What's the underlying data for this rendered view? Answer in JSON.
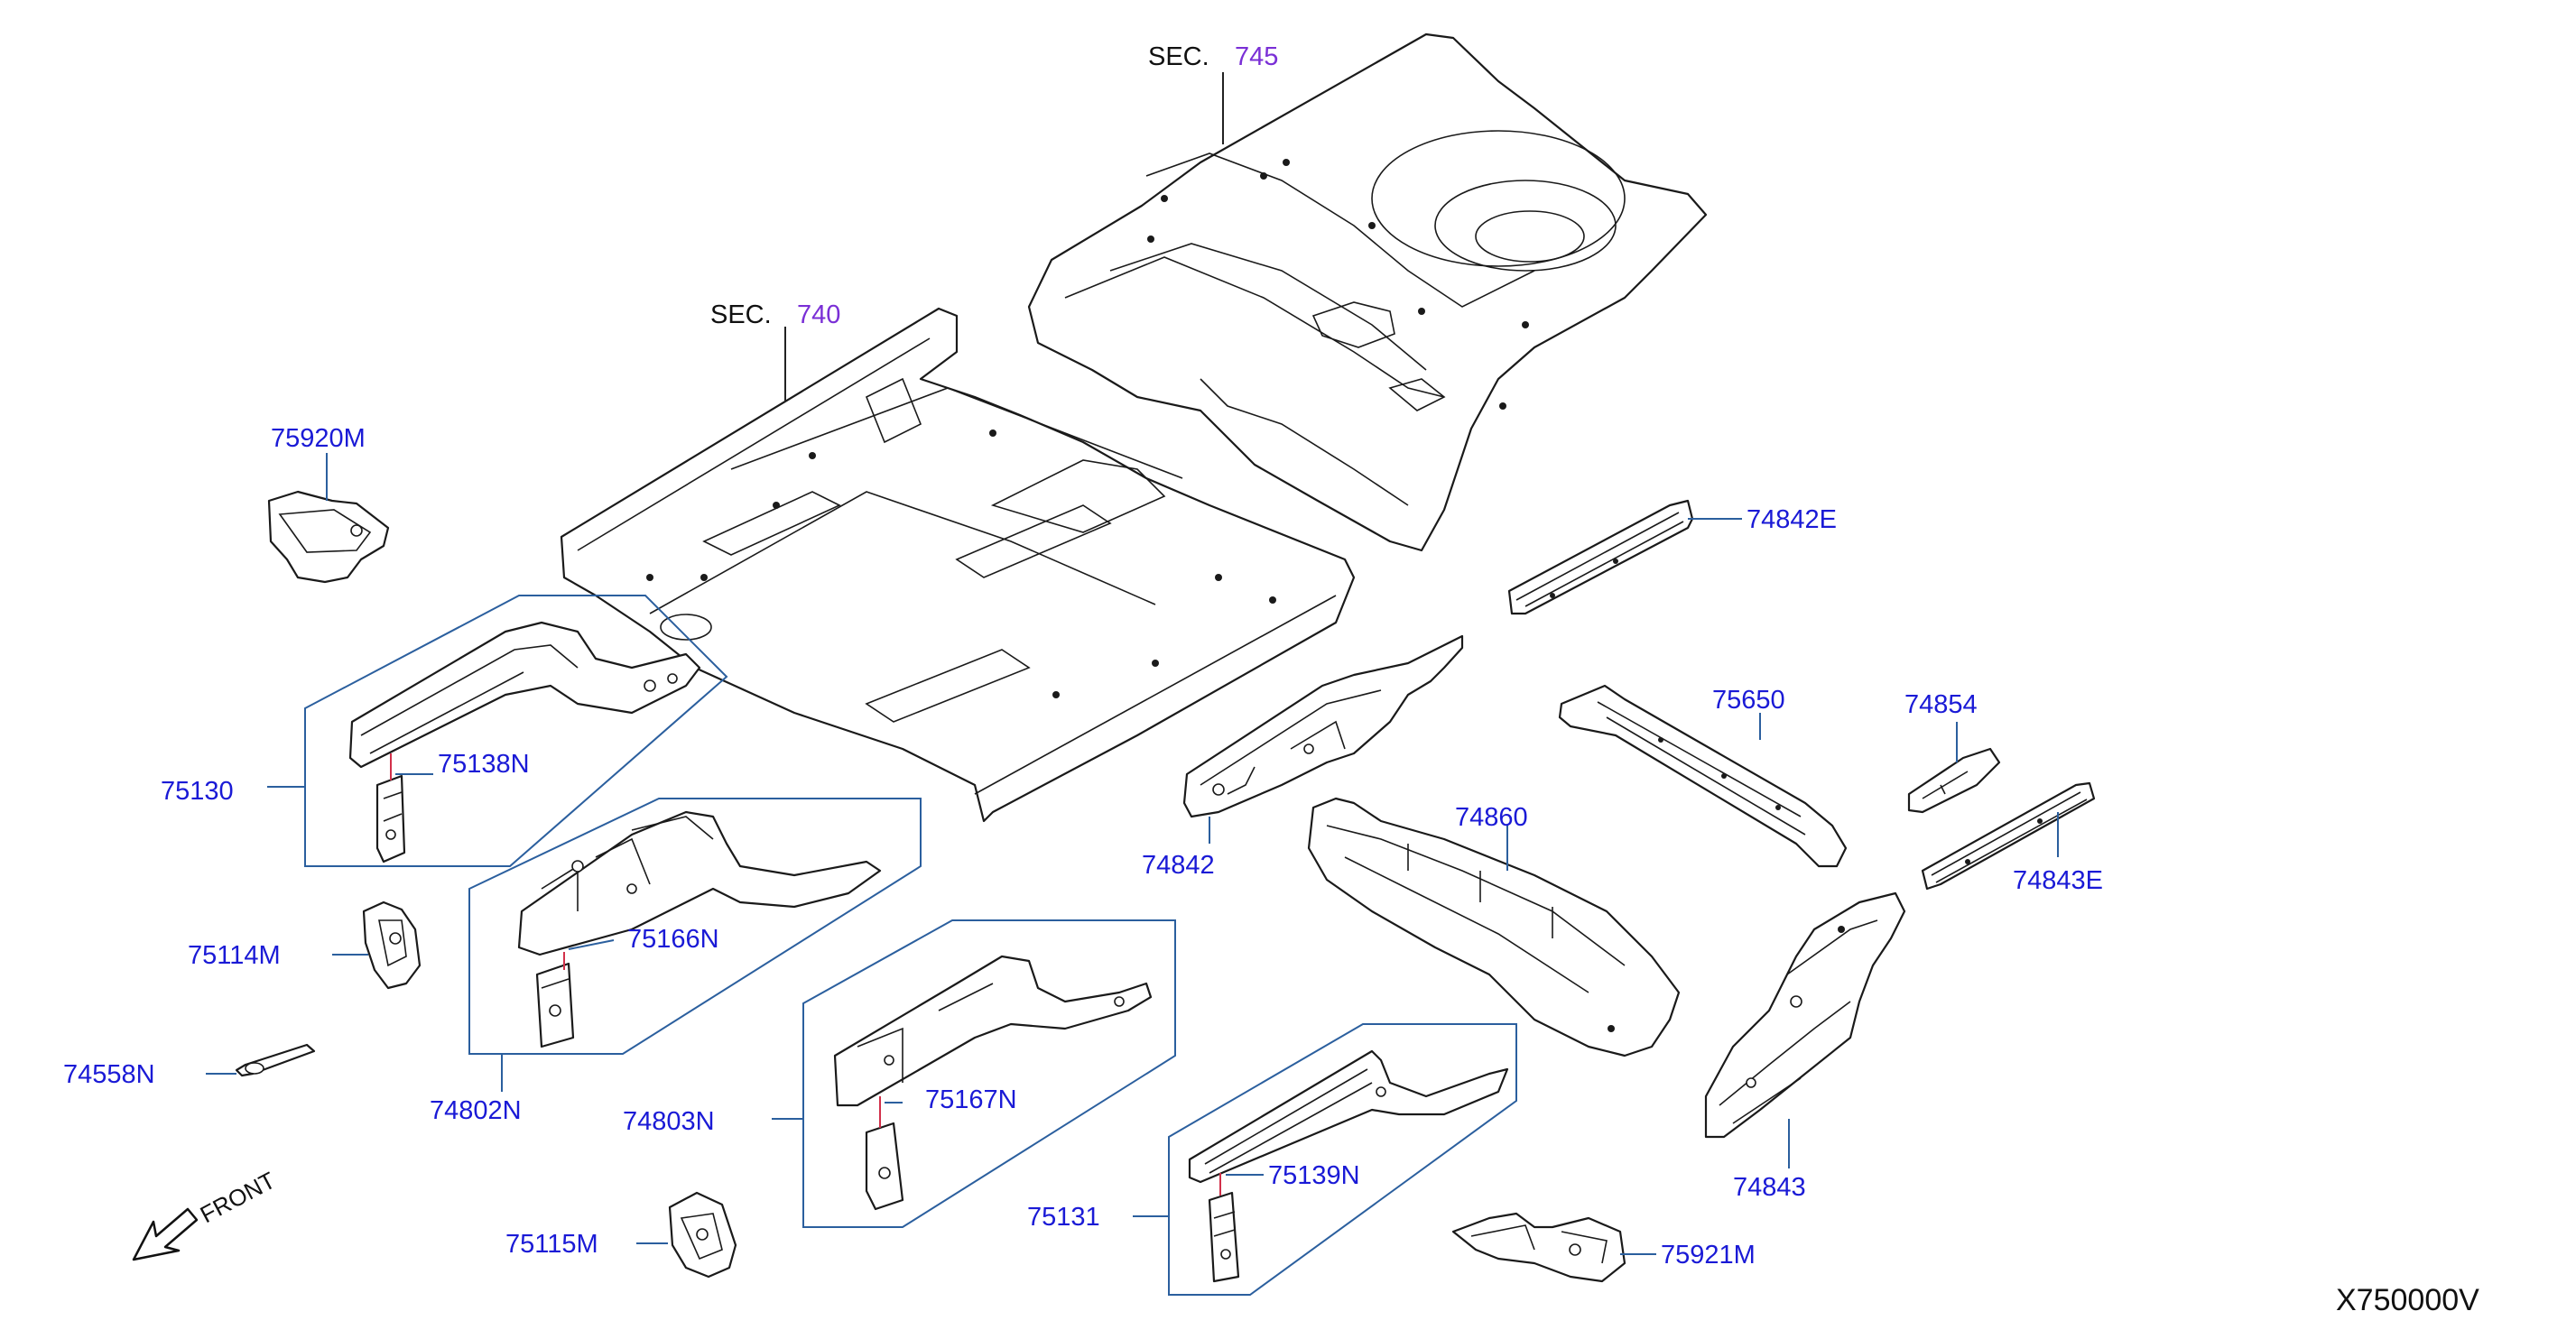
{
  "sections": [
    {
      "prefix": "SEC.",
      "number": "745"
    },
    {
      "prefix": "SEC.",
      "number": "740"
    }
  ],
  "parts": {
    "p75920M": "75920M",
    "p75130": "75130",
    "p75138N": "75138N",
    "p75114M": "75114M",
    "p74558N": "74558N",
    "p74802N": "74802N",
    "p75166N": "75166N",
    "p74803N": "74803N",
    "p75167N": "75167N",
    "p75115M": "75115M",
    "p75131": "75131",
    "p75139N": "75139N",
    "p74842E": "74842E",
    "p74842": "74842",
    "p75650": "75650",
    "p74854": "74854",
    "p74860": "74860",
    "p74843E": "74843E",
    "p74843": "74843",
    "p75921M": "75921M"
  },
  "front_label": "FRONT",
  "diagram_code": "X750000V",
  "colors": {
    "part_number": "#1a1ad6",
    "section_number": "#7a2fd6",
    "callout_box": "#2b5f9e",
    "leader_red": "#d2304a",
    "linework": "#1a1a1a"
  }
}
